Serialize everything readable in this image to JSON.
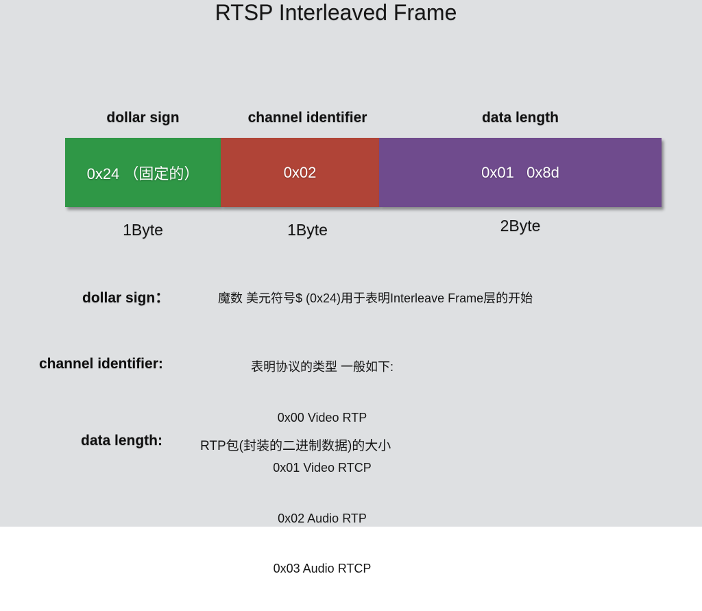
{
  "slide": {
    "title": "RTSP Interleaved Frame",
    "colors": {
      "background": "#dee0e2",
      "field_green": "#2f9746",
      "field_red": "#b04437",
      "field_purple": "#6f4b8d",
      "text": "#151515",
      "box_text": "#ffffff"
    },
    "fields": [
      {
        "label": "dollar sign",
        "value": "0x24 （固定的）",
        "size": "1Byte"
      },
      {
        "label": "channel identifier",
        "value": "0x02",
        "size": "1Byte"
      },
      {
        "label": "data length",
        "value": "0x01   0x8d",
        "size": "2Byte"
      }
    ],
    "notes": {
      "dollar_sign": {
        "term": "dollar sign：",
        "desc": "魔数 美元符号$ (0x24)用于表明Interleave Frame层的开始"
      },
      "channel_identifier": {
        "term": "channel identifier:",
        "lines": [
          "表明协议的类型 一般如下:",
          "0x00 Video RTP",
          "0x01 Video RTCP",
          "0x02 Audio RTP",
          "0x03 Audio RTCP"
        ]
      },
      "data_length": {
        "term": "data length:",
        "desc": "RTP包(封装的二进制数据)的大小"
      }
    }
  }
}
